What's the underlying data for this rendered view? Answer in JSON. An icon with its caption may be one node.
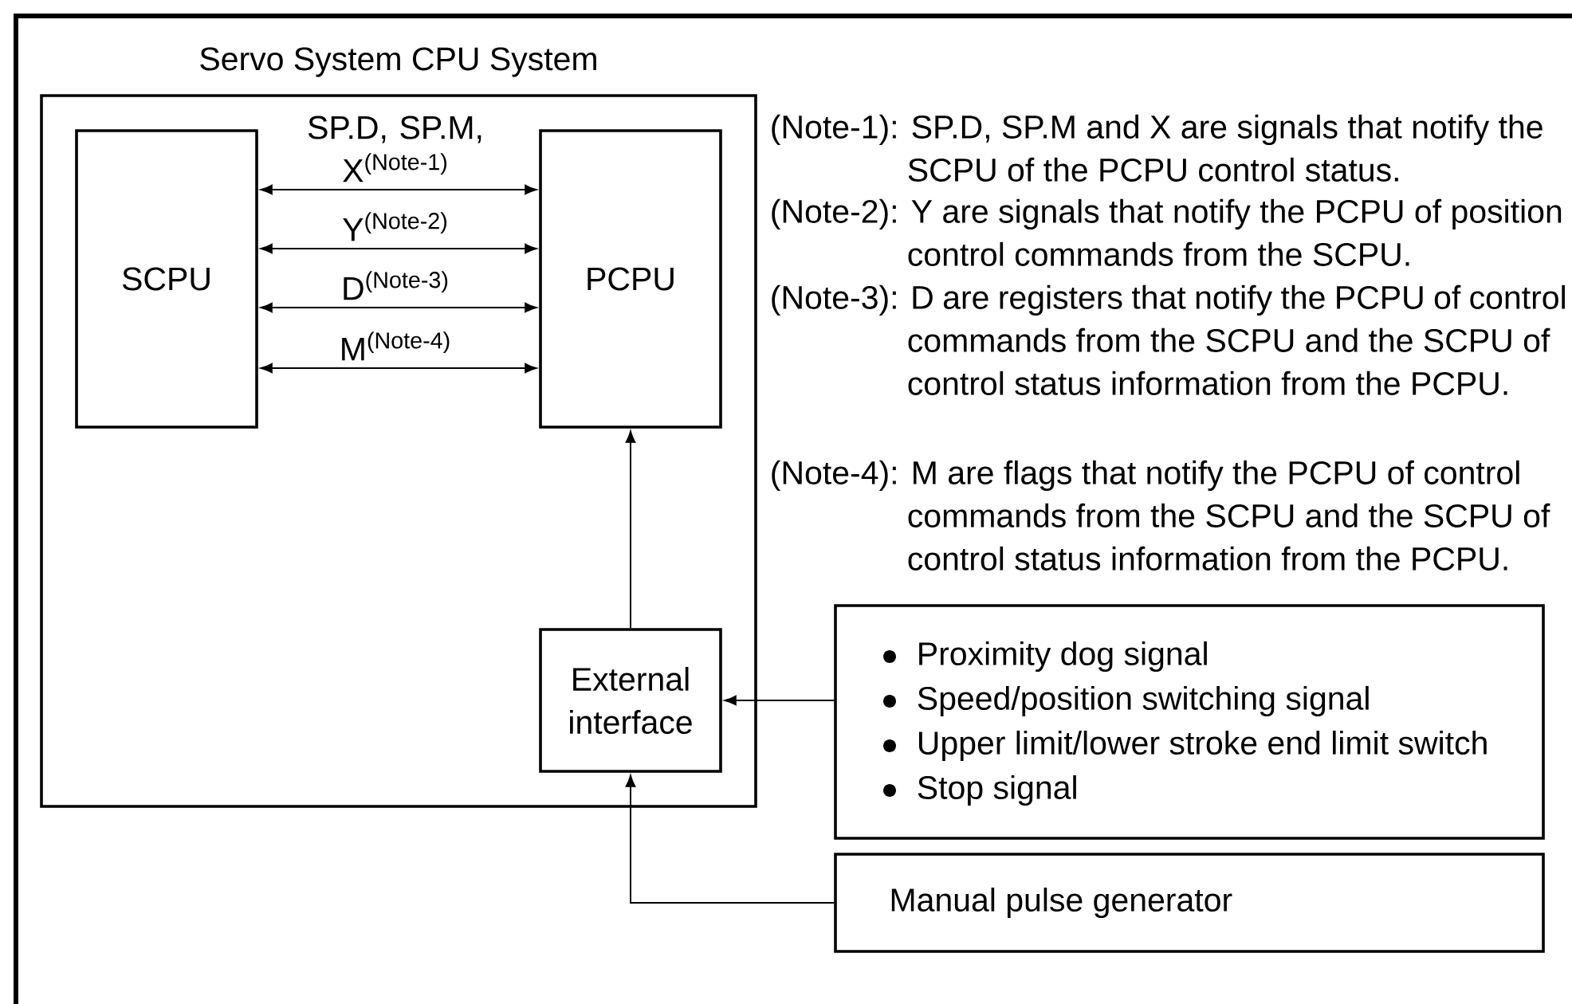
{
  "diagram": {
    "nodes": [
      {
        "text": [
          "Servo System CPU System"
        ]
      },
      {
        "text": [
          "SCPU"
        ],
        "in": 0
      },
      {
        "text": [
          "PCPU"
        ],
        "in": 0
      },
      {
        "text": [
          "External interface"
        ],
        "in": 0
      },
      {
        "text": [
          "Proximity dog signal",
          "Speed/position switching signal",
          "Upper limit/lower stroke end limit switch",
          "Stop signal"
        ]
      },
      {
        "text": [
          "Manual pulse generator"
        ]
      }
    ],
    "edges": [
      {
        "from": 1,
        "to": 2,
        "arrow": "both",
        "label": "SP.D, SP.M, X$^{(Note-1)}$"
      },
      {
        "from": 1,
        "to": 2,
        "arrow": "both",
        "label": "Y$^{(Note-2)}$"
      },
      {
        "from": 1,
        "to": 2,
        "arrow": "both",
        "label": "D$^{(Note-3)}$"
      },
      {
        "from": 1,
        "to": 2,
        "arrow": "both",
        "label": "M$^{(Note-4)}$"
      },
      {
        "from": 3,
        "to": 2,
        "arrow": "to"
      },
      {
        "from": 4,
        "to": 3,
        "arrow": "to"
      },
      {
        "from": 5,
        "to": 3,
        "arrow": "to"
      }
    ],
    "labels": [
      "(Note-1): SP.D, SP.M and X are signals that notify the SCPU of the PCPU control status.",
      "(Note-2): Y are signals that notify the PCPU of position control commands from the SCPU.",
      "(Note-3): D are registers that notify the PCPU of control commands from the SCPU and the SCPU of control status information from the PCPU.",
      "(Note-4): M are flags that notify the PCPU of control commands from the SCPU and the SCPU of control status information from the PCPU."
    ]
  }
}
